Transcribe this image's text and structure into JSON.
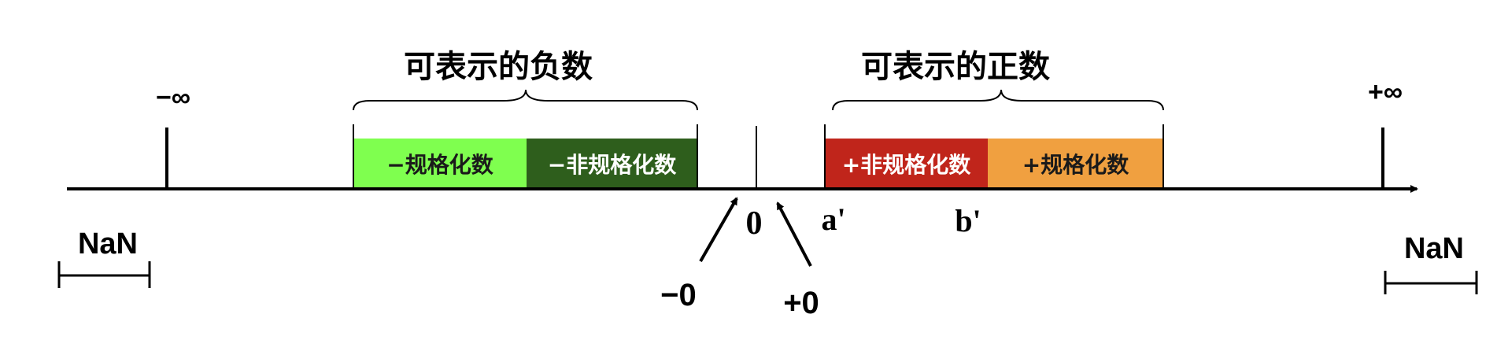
{
  "group_labels": {
    "negative": "可表示的负数",
    "positive": "可表示的正数"
  },
  "infinity": {
    "negative": "−∞",
    "positive": "+∞"
  },
  "nan": {
    "left": "NaN",
    "right": "NaN"
  },
  "segments": [
    {
      "key": "neg_normal",
      "label": "−规格化数",
      "color": "#7fff4f",
      "text_color": "#1a1a1a"
    },
    {
      "key": "neg_subnormal",
      "label": "−非规格化数",
      "color": "#2e5e1c",
      "text_color": "#ffffff"
    },
    {
      "key": "pos_subnormal",
      "label": "+非规格化数",
      "color": "#c0251b",
      "text_color": "#ffffff"
    },
    {
      "key": "pos_normal",
      "label": "+规格化数",
      "color": "#f0a040",
      "text_color": "#1a1a1a"
    }
  ],
  "points": {
    "zero": "0",
    "a_prime": "a'",
    "b_prime": "b'"
  },
  "signed_zero": {
    "negative": "−0",
    "positive": "+0"
  }
}
